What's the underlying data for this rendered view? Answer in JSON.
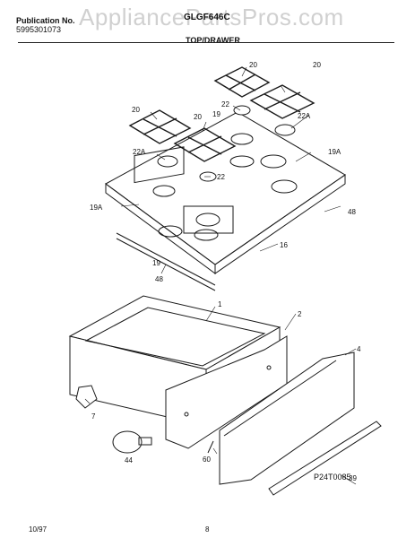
{
  "header": {
    "publication_label": "Publication No.",
    "publication_number": "5995301073",
    "model": "GLGF646C",
    "section_title": "TOP/DRAWER"
  },
  "watermark": "AppliancePartsPros.com",
  "footer": {
    "date": "10/97",
    "page": "8",
    "figure_code": "P24T0085"
  },
  "callouts": {
    "grate_a": "20",
    "grate_b": "20",
    "grate_c": "20",
    "grate_d": "20",
    "cap_a": "22",
    "cap_b": "22",
    "cap_large_a": "22A",
    "cap_large_b": "22A",
    "head": "19",
    "head_b": "19",
    "bowl_right": "19A",
    "bowl_left": "19A",
    "screw_right": "48",
    "screw_bottom": "48",
    "top": "16",
    "drawer": "1",
    "bracket": "2",
    "panel": "4",
    "handle": "39",
    "pad": "60",
    "bumper": "7",
    "roller": "44"
  },
  "colors": {
    "line": "#1a1a1a",
    "paper": "#ffffff",
    "shade": "#d9d9d9"
  }
}
